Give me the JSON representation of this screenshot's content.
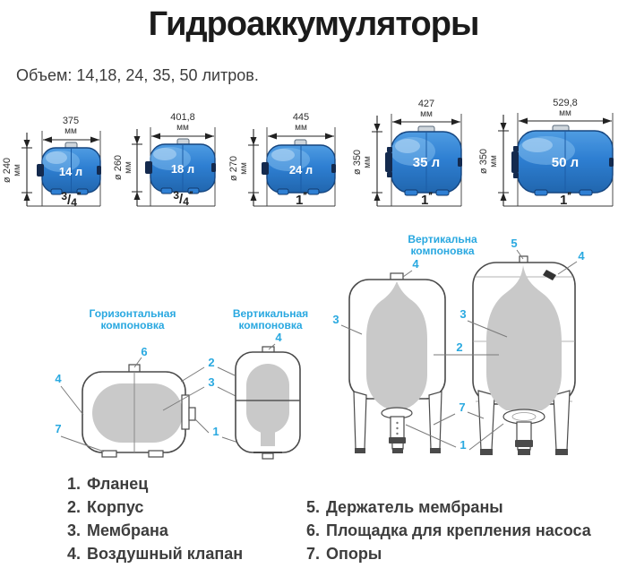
{
  "title": "Гидроаккумуляторы",
  "subtitle": "Объем: 14,18, 24, 35, 50 литров.",
  "colors": {
    "accent": "#29a8e0",
    "tank_blue": "#2e7fd2",
    "tank_dark": "#15457f",
    "membrane_gray": "#c9c9c9"
  },
  "tanks": [
    {
      "volume": "14 л",
      "width_value": "375",
      "width_unit": "мм",
      "diameter_value": "ø 240",
      "diameter_unit": "мм",
      "thread_main": "3",
      "thread_slash": "/",
      "thread_den": "4",
      "thread_unit": "′′"
    },
    {
      "volume": "18 л",
      "width_value": "401,8",
      "width_unit": "мм",
      "diameter_value": "ø 260",
      "diameter_unit": "мм",
      "thread_main": "3",
      "thread_slash": "/",
      "thread_den": "4",
      "thread_unit": "′′"
    },
    {
      "volume": "24 л",
      "width_value": "445",
      "width_unit": "мм",
      "diameter_value": "ø 270",
      "diameter_unit": "мм",
      "thread_main": "1",
      "thread_slash": "",
      "thread_den": "",
      "thread_unit": "′′"
    },
    {
      "volume": "35 л",
      "width_value": "427",
      "width_unit": "мм",
      "diameter_value": "ø 350",
      "diameter_unit": "мм",
      "thread_main": "1",
      "thread_slash": "",
      "thread_den": "",
      "thread_unit": "′′"
    },
    {
      "volume": "50 л",
      "width_value": "529,8",
      "width_unit": "мм",
      "diameter_value": "ø 350",
      "diameter_unit": "мм",
      "thread_main": "1",
      "thread_slash": "",
      "thread_den": "",
      "thread_unit": "′′"
    }
  ],
  "layout_labels": {
    "horizontal": [
      "Горизонтальная",
      "компоновка"
    ],
    "vertical_small": [
      "Вертикальная",
      "компоновка"
    ],
    "vertical_large": [
      "Вертикальна",
      "компоновка"
    ]
  },
  "callouts": {
    "flange": "1",
    "body": "2",
    "membrane": "3",
    "air_valve": "4",
    "membrane_holder": "5",
    "pump_platform": "6",
    "supports": "7"
  },
  "legend": [
    {
      "num": "1.",
      "label": "Фланец"
    },
    {
      "num": "2.",
      "label": "Корпус"
    },
    {
      "num": "3.",
      "label": "Мембрана"
    },
    {
      "num": "4.",
      "label": "Воздушный клапан"
    },
    {
      "num": "5.",
      "label": "Держатель мембраны"
    },
    {
      "num": "6.",
      "label": "Площадка для крепления насоса"
    },
    {
      "num": "7.",
      "label": "Опоры"
    }
  ]
}
